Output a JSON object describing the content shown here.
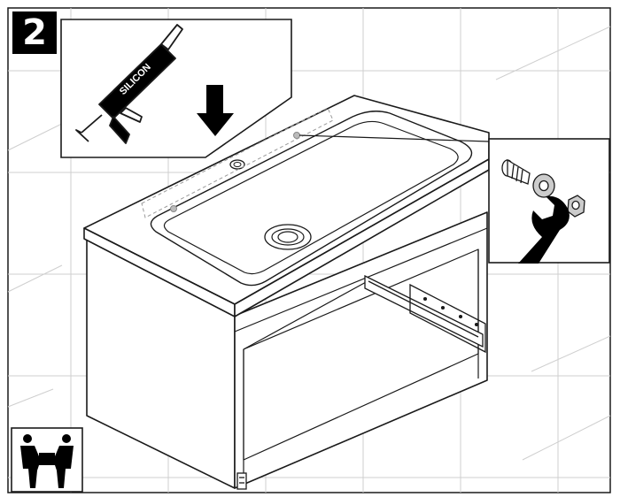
{
  "step": {
    "number": "2"
  },
  "sealant": {
    "tube_label": "SILICON"
  },
  "colors": {
    "line": "#1a1a1a",
    "tile_grid": "#cfcfcf",
    "hint_dash": "#9a9a9a",
    "fill_black": "#000000"
  },
  "icons": {
    "step_badge": "number-badge",
    "caulk_gun": "silicone-caulk-gun-icon",
    "press_arrow": "down-arrow-icon",
    "hardware": "bolt-washer-nut-icon",
    "wrench": "wrench-icon",
    "team_lift": "two-person-lift-icon"
  }
}
